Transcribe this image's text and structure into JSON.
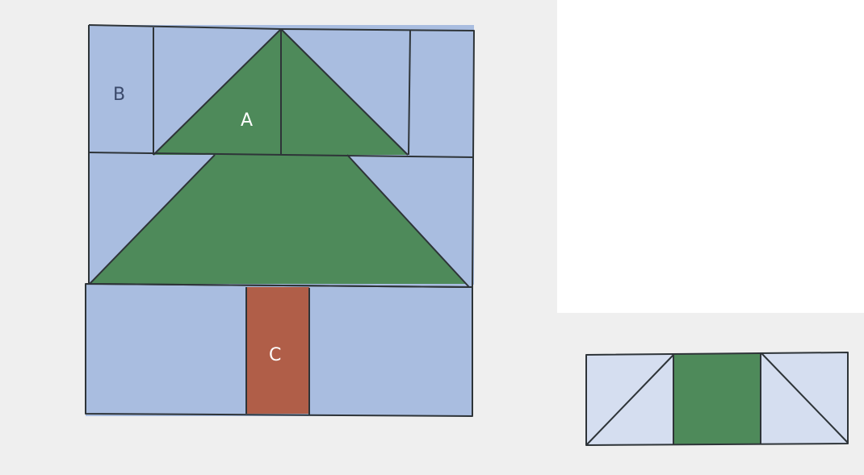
{
  "labels": {
    "a": "A",
    "b": "B",
    "c": "C"
  },
  "colors": {
    "sky": "#a9bde0",
    "sky_light": "#d5def0",
    "tree": "#4e8a5a",
    "trunk": "#b05e48",
    "outline": "#2e3438",
    "page_background": "#efefef",
    "label_dark": "#3b4a6b",
    "label_light": "#ffffff"
  }
}
